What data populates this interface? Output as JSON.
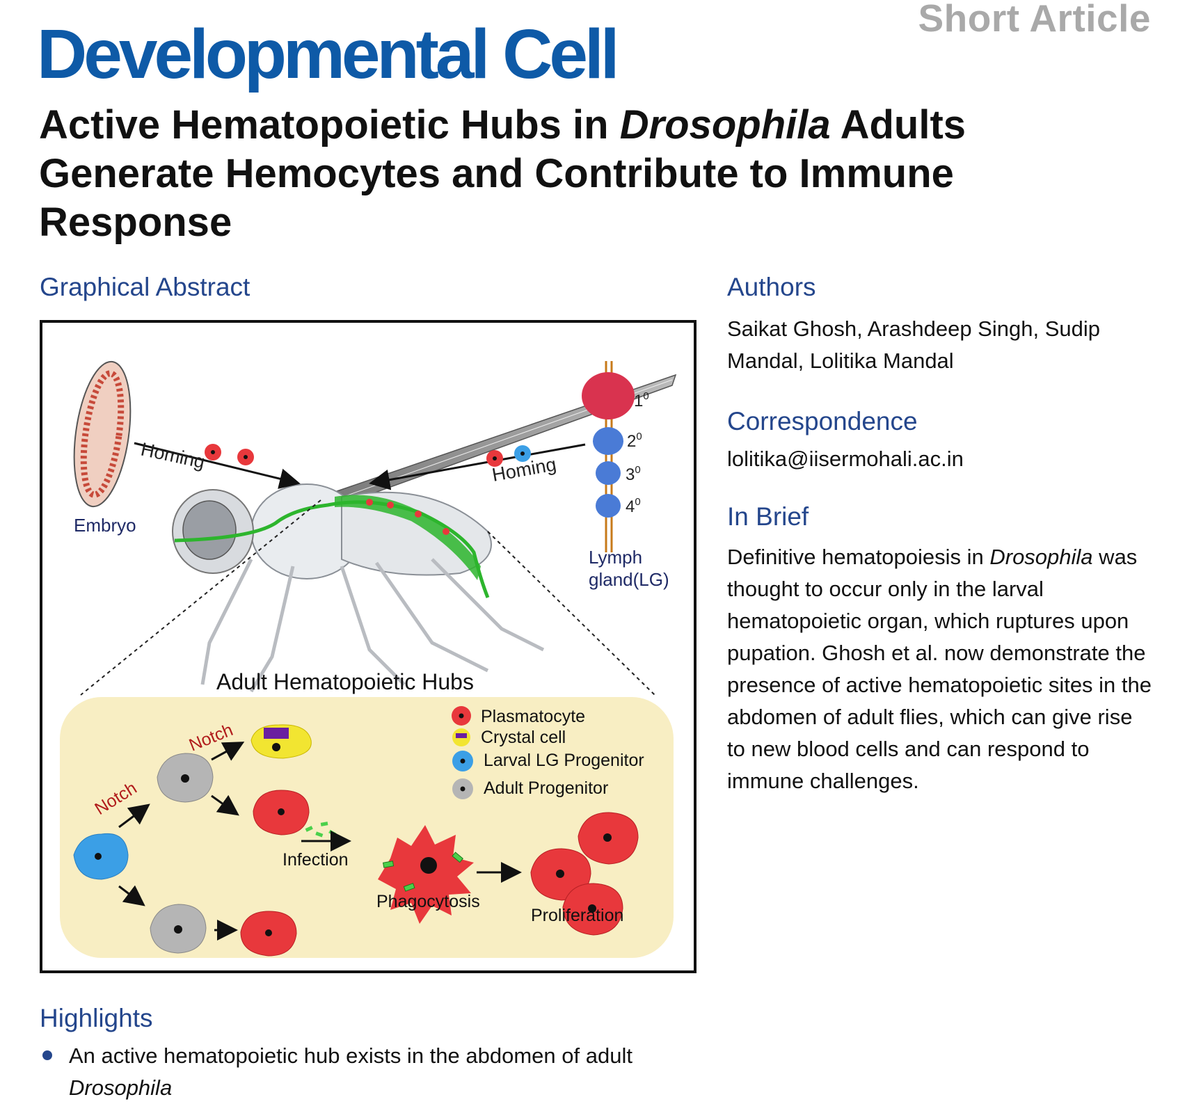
{
  "header": {
    "article_type": "Short Article",
    "journal": "Developmental Cell"
  },
  "article": {
    "title_part1": "Active Hematopoietic Hubs in ",
    "title_italic": "Drosophila",
    "title_part2": " Adults Generate Hemocytes and Contribute to Immune Response"
  },
  "graphical_abstract": {
    "heading": "Graphical Abstract",
    "labels": {
      "embryo": "Embryo",
      "homing_left": "Homing",
      "homing_right": "Homing",
      "lymph_gland_1": "Lymph",
      "lymph_gland_2": "gland(LG)",
      "lobe_1": "1",
      "lobe_2": "2",
      "lobe_3": "3",
      "lobe_4": "4",
      "lobe_sup": "0",
      "hubs_title": "Adult Hematopoietic  Hubs",
      "notch_1": "Notch",
      "notch_2": "Notch",
      "infection": "Infection",
      "phagocytosis": "Phagocytosis",
      "proliferation": "Proliferation"
    },
    "legend": [
      {
        "label": "Plasmatocyte",
        "color": "#e8383c"
      },
      {
        "label": "Crystal cell",
        "color": "#f2e531"
      },
      {
        "label": "Larval LG Progenitor",
        "color": "#3b9fe6"
      },
      {
        "label": "Adult Progenitor",
        "color": "#b5b5b5"
      }
    ],
    "colors": {
      "panel_bg": "#f8eec3",
      "plasmatocyte": "#e8383c",
      "crystal": "#f2e531",
      "crystal_inner": "#6a1fa0",
      "lg_progenitor": "#3b9fe6",
      "adult_progenitor": "#b5b5b5",
      "heart_tube": "#2db52d",
      "label_dark": "#1f2a66",
      "notch_red": "#b11c1c"
    }
  },
  "authors": {
    "heading": "Authors",
    "names": "Saikat Ghosh, Arashdeep Singh, Sudip Mandal, Lolitika Mandal"
  },
  "correspondence": {
    "heading": "Correspondence",
    "email": "lolitika@iisermohali.ac.in"
  },
  "in_brief": {
    "heading": "In Brief",
    "text_part1": "Definitive hematopoiesis in ",
    "text_italic": "Drosophila",
    "text_part2": " was thought to occur only in the larval hematopoietic organ, which ruptures upon pupation. Ghosh et al. now demonstrate the presence of active hematopoietic sites in the abdomen of adult flies, which can give rise to new blood cells and can respond to immune challenges."
  },
  "highlights": {
    "heading": "Highlights",
    "items": [
      {
        "text": "An active hematopoietic hub exists in the abdomen of adult ",
        "italic": "Drosophila"
      }
    ]
  }
}
